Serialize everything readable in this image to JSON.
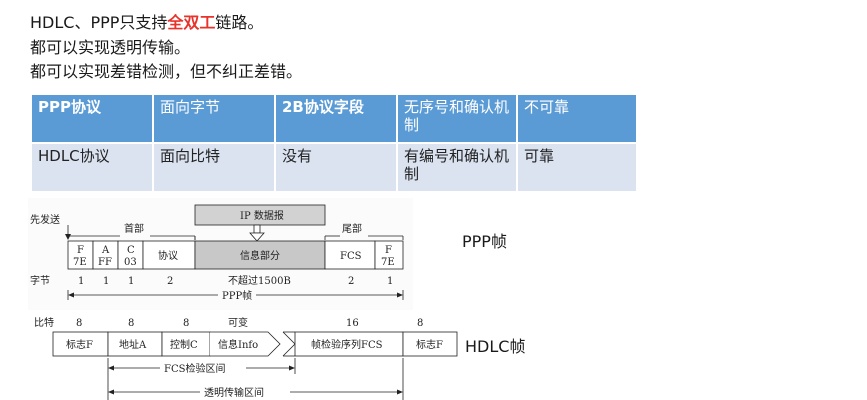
{
  "lines": {
    "line1_a": "HDLC、PPP只支持",
    "line1_b": "全双工",
    "line1_c": "链路。",
    "line2": "都可以实现透明传输。",
    "line3": "都可以实现差错检测，但不纠正差错。"
  },
  "table": {
    "header": [
      "PPP协议",
      "面向字节",
      "2B协议字段",
      "无序号和确认机制",
      "不可靠"
    ],
    "row": [
      "HDLC协议",
      "面向比特",
      "没有",
      "有编号和确认机制",
      "可靠"
    ]
  },
  "ppp": {
    "caption": "PPP帧",
    "first_send": "先发送",
    "header_label": "首部",
    "trailer_label": "尾部",
    "ip_label": "IP 数据报",
    "fields": [
      {
        "top": "F",
        "bottom": "7E"
      },
      {
        "top": "A",
        "bottom": "FF"
      },
      {
        "top": "C",
        "bottom": "03"
      },
      {
        "top": "协议",
        "bottom": ""
      },
      {
        "top": "信息部分",
        "bottom": ""
      },
      {
        "top": "FCS",
        "bottom": ""
      },
      {
        "top": "F",
        "bottom": "7E"
      }
    ],
    "byte_label": "字节",
    "bytes": [
      "1",
      "1",
      "1",
      "2",
      "不超过1500B",
      "2",
      "1"
    ],
    "frame_label": "PPP帧"
  },
  "hdlc": {
    "caption": "HDLC帧",
    "bit_label": "比特",
    "bits": [
      "8",
      "8",
      "8",
      "可变",
      "16",
      "8"
    ],
    "fields": [
      "标志F",
      "地址A",
      "控制C",
      "信息Info",
      "帧检验序列FCS",
      "标志F"
    ],
    "fcs_range": "FCS检验区间",
    "transparent_range": "透明传输区间"
  },
  "colors": {
    "header_fill": "#5b9bd5",
    "body_fill": "#dbe3f1",
    "highlight": "#e8322a",
    "ppp_shade": "#c8c8c8"
  }
}
